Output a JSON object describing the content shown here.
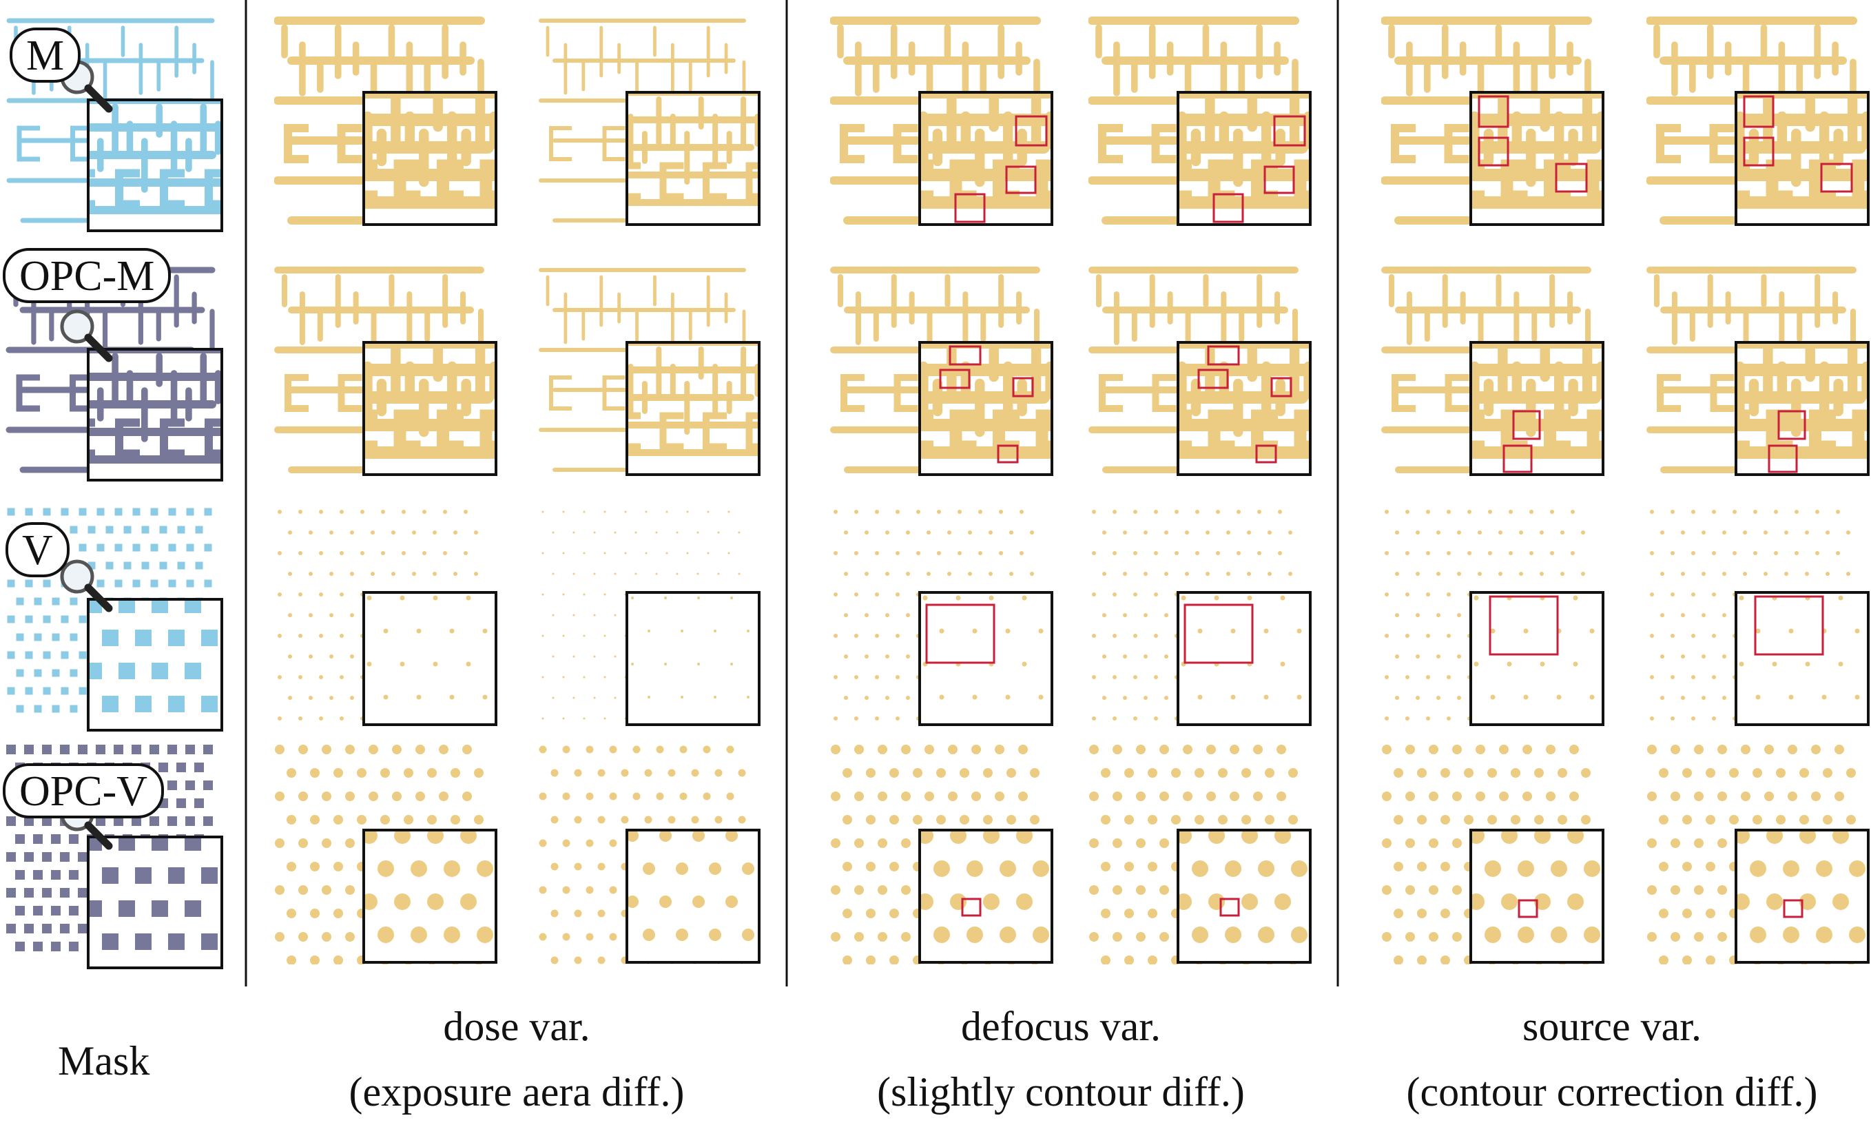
{
  "figure": {
    "row_labels": [
      "M",
      "OPC-M",
      "V",
      "OPC-V"
    ],
    "mask_caption": "Mask",
    "columns": [
      {
        "title": "dose var.",
        "subtitle": "(exposure aera diff.)"
      },
      {
        "title": "defocus var.",
        "subtitle": "(slightly contour diff.)"
      },
      {
        "title": "source var.",
        "subtitle": "(contour correction diff.)"
      }
    ]
  },
  "colors": {
    "mask_blue": "#8ccbe6",
    "mask_gray": "#777799",
    "resist": "#ebcc82",
    "highlight": "#c8203a",
    "frame": "#111111"
  },
  "icons": [
    "magnifier-icon"
  ]
}
